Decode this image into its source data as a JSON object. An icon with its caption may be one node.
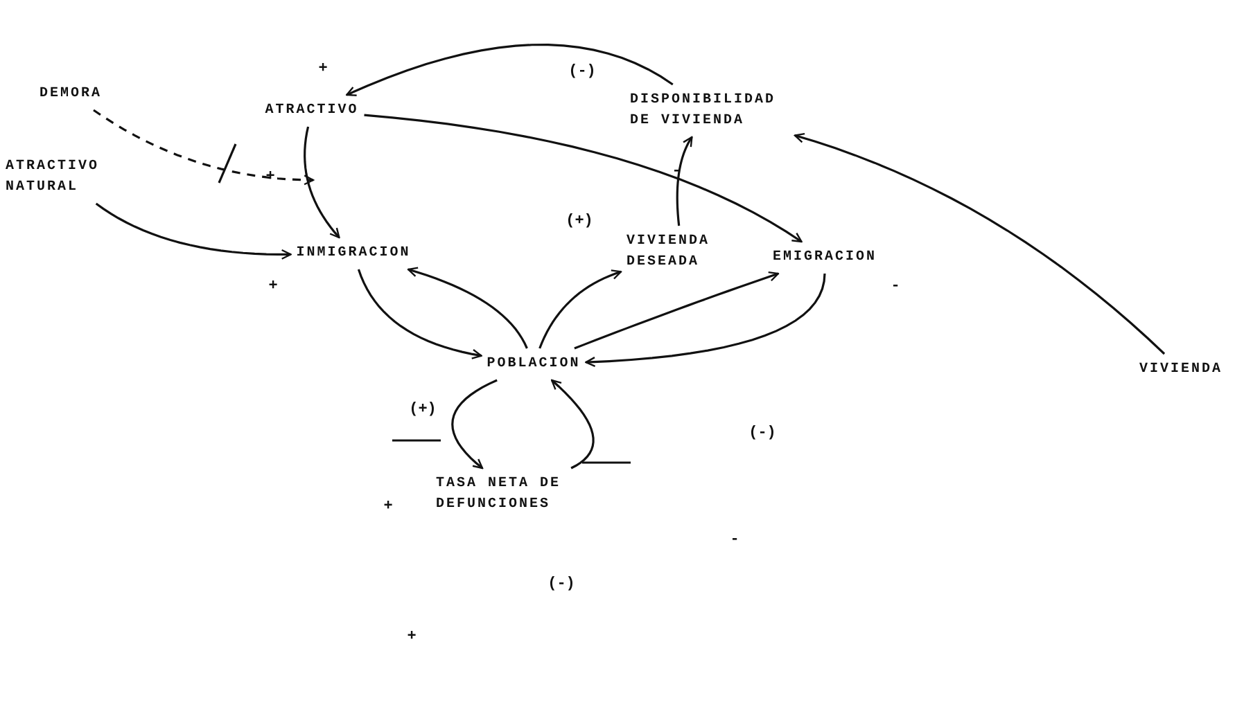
{
  "diagram": {
    "nodes": [
      {
        "text": [
          "ATRACTIVO"
        ]
      },
      {
        "text": [
          "DISPONIBILIDAD DE VIVIENDA"
        ]
      },
      {
        "text": [
          "DEMORA"
        ]
      },
      {
        "text": [
          "ATRACTIVO NATURAL"
        ]
      },
      {
        "text": [
          "INMIGRACION"
        ]
      },
      {
        "text": [
          "VIVIENDA DESEADA"
        ]
      },
      {
        "text": [
          "EMIGRACION"
        ]
      },
      {
        "text": [
          "VIVIENDA"
        ]
      },
      {
        "text": [
          "POBLACION"
        ]
      },
      {
        "text": [
          "TASA NETA DE DEFUNCIONES"
        ]
      }
    ],
    "edges": [
      {
        "from": 1,
        "to": 0,
        "arrow": "to"
      },
      {
        "from": 0,
        "to": 6,
        "arrow": "to"
      },
      {
        "from": 0,
        "to": 4,
        "arrow": "to"
      },
      {
        "from": 2,
        "to": null,
        "arrow": "to",
        "style": "dashed"
      },
      {
        "from": 3,
        "to": 4,
        "arrow": "to"
      },
      {
        "from": 5,
        "to": 1,
        "arrow": "to"
      },
      {
        "from": 7,
        "to": 1,
        "arrow": "to"
      },
      {
        "from": 4,
        "to": 8,
        "arrow": "to"
      },
      {
        "from": 8,
        "to": 4,
        "arrow": "to"
      },
      {
        "from": 8,
        "to": 5,
        "arrow": "to"
      },
      {
        "from": 8,
        "to": 6,
        "arrow": "to"
      },
      {
        "from": 6,
        "to": 8,
        "arrow": "to"
      },
      {
        "from": 8,
        "to": 9,
        "arrow": "to"
      },
      {
        "from": 9,
        "to": 8,
        "arrow": "to"
      }
    ],
    "labels": [
      "+",
      "(-)",
      "-",
      "+",
      "(+)",
      "+",
      "-",
      "(+)",
      "(-)",
      "+",
      "-",
      "(-)",
      "+"
    ]
  }
}
